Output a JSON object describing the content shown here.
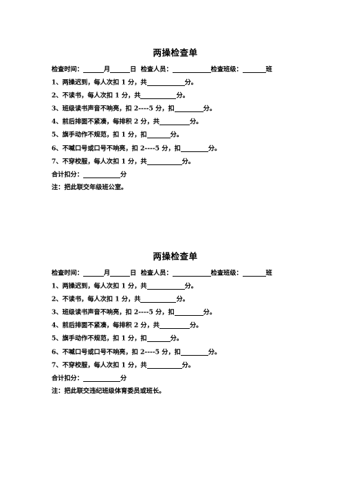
{
  "forms": [
    {
      "title": "两操检查单",
      "header": {
        "time_label": "检查时间：",
        "month": "月",
        "day": "日",
        "person_label": "检查人员：",
        "class_label": "检查班级：",
        "class_suffix": "班"
      },
      "items": [
        {
          "prefix": "1、两操迟到，每人次扣 1 分，共",
          "suffix": "分。"
        },
        {
          "prefix": "2、不读书，每人次扣 1 分，共",
          "suffix": "分。"
        },
        {
          "prefix": "3、班级读书声音不响亮，扣 2----5 分，扣",
          "suffix": "分。"
        },
        {
          "prefix": "4、前后排面不紧凑，每排积 2 分，共",
          "suffix": "分。"
        },
        {
          "prefix": "5、旗手动作不规范，扣 1 分，扣",
          "suffix": "分。"
        },
        {
          "prefix": "6、不喊口号或口号不响亮，扣 2----5 分，扣",
          "suffix": "分。"
        },
        {
          "prefix": "7、不穿校服，每人次扣 1 分，共",
          "suffix": "分。"
        }
      ],
      "total_label": "合计扣分：",
      "total_suffix": "分",
      "note": "注：把此联交年级班公室。"
    },
    {
      "title": "两操检查单",
      "header": {
        "time_label": "检查时间：",
        "month": "月",
        "day": "日",
        "person_label": "检查人员：",
        "class_label": "检查班级：",
        "class_suffix": "班"
      },
      "items": [
        {
          "prefix": "1、两操迟到，每人次扣 1 分，共",
          "suffix": "分。"
        },
        {
          "prefix": "2、不读书，每人次扣 1 分，共",
          "suffix": "分。"
        },
        {
          "prefix": "3、班级读书声音不响亮，扣 2----5 分，扣",
          "suffix": "分。"
        },
        {
          "prefix": "4、前后排面不紧凑，每排积 2 分，共",
          "suffix": "分。"
        },
        {
          "prefix": "5、旗手动作不规范，扣 1 分，扣",
          "suffix": "分。"
        },
        {
          "prefix": "6、不喊口号或口号不响亮，扣 2----5 分，扣",
          "suffix": "分。"
        },
        {
          "prefix": "7、不穿校服，每人次扣 1 分，共",
          "suffix": "分。"
        }
      ],
      "total_label": "合计扣分：",
      "total_suffix": "分",
      "note": "注：把此联交违纪班级体育委员或班长。"
    }
  ]
}
